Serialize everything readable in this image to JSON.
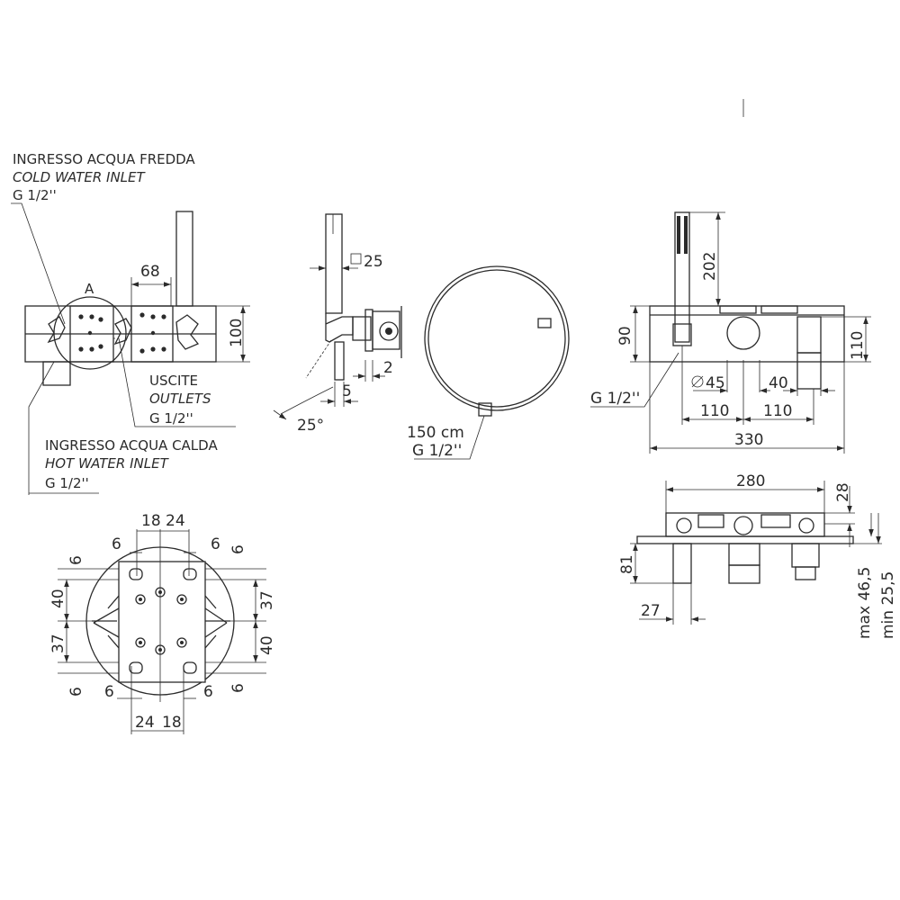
{
  "labels": {
    "cold_it": "INGRESSO ACQUA FREDDA",
    "cold_en": "COLD WATER INLET",
    "cold_size": "G 1/2''",
    "detail_tag": "A",
    "outlets_it": "USCITE",
    "outlets_en": "OUTLETS",
    "outlets_size": "G 1/2''",
    "hot_it": "INGRESSO ACQUA CALDA",
    "hot_en": "HOT WATER INLET",
    "hot_size": "G 1/2''",
    "hose_length": "150 cm",
    "hose_size": "G 1/2''",
    "front_size": "G 1/2''",
    "square_section": "25",
    "diameter": "45"
  },
  "dimensions": {
    "front_left": {
      "width_68": "68",
      "height_100": "100"
    },
    "side": {
      "d2": "2",
      "d5": "5",
      "angle": "25°"
    },
    "front_right": {
      "h202": "202",
      "h90": "90",
      "h110": "110",
      "w40": "40",
      "w110a": "110",
      "w110b": "110",
      "w330": "330"
    },
    "top_view": {
      "w280": "280",
      "h28": "28",
      "h81": "81",
      "w27": "27",
      "max": "max 46,5",
      "min": "min 25,5"
    },
    "detail": {
      "top_18": "18",
      "top_24": "24",
      "top_6a": "6",
      "top_6b": "6",
      "top_6r": "6",
      "left_6t": "6",
      "left_40": "40",
      "left_37": "37",
      "left_6b": "6",
      "right_37": "37",
      "right_40": "40",
      "right_6b": "6",
      "bot_6a": "6",
      "bot_6b": "6",
      "bot_24": "24",
      "bot_18": "18"
    }
  }
}
